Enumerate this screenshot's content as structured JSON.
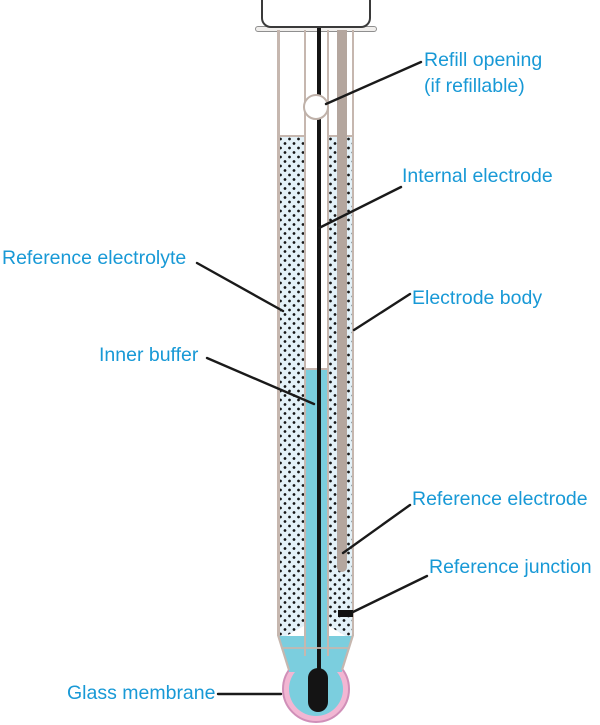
{
  "diagram": {
    "type": "labeled-diagram",
    "subject": "pH electrode construction",
    "labels": {
      "refill_opening": {
        "line1": "Refill opening",
        "line2": "(if refillable)"
      },
      "internal_electrode": "Internal electrode",
      "reference_electrolyte": "Reference electrolyte",
      "electrode_body": "Electrode body",
      "inner_buffer": "Inner buffer",
      "reference_electrode": "Reference electrode",
      "reference_junction": "Reference junction",
      "glass_membrane": "Glass membrane"
    },
    "colors": {
      "label_text": "#1899d6",
      "pointer_line": "#1a1a1a",
      "glass_wall": "#c6b7af",
      "reference_electrolyte_fill": "#e3f1f8",
      "electrolyte_dots": "#151515",
      "inner_buffer_fill": "#7bcede",
      "glass_membrane_ring": "#f2b6d3",
      "reference_electrode_stripe": "#b4a69e",
      "internal_electrode_wire": "#141414",
      "background": "#ffffff"
    }
  }
}
